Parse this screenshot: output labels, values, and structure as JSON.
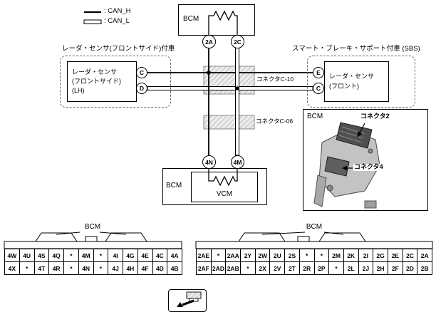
{
  "legend": {
    "items": [
      {
        "label": ": CAN_H",
        "style": "solid"
      },
      {
        "label": ": CAN_L",
        "style": "double"
      }
    ]
  },
  "top_module": {
    "name": "BCM",
    "pin_left": "2A",
    "pin_right": "2C"
  },
  "left_branch": {
    "condition": "レーダ・センサ(フロントサイド)付車",
    "device_lines": [
      "レーダ・センサ",
      "(フロントサイド)",
      "(LH)"
    ],
    "pin_top": "C",
    "pin_bottom": "D"
  },
  "right_branch": {
    "condition": "スマート・ブレーキ・サポート付車 (SBS)",
    "device_lines": [
      "レーダ・センサ",
      "(フロント)"
    ],
    "pin_top": "E",
    "pin_bottom": "C"
  },
  "inline_connectors": {
    "c10": "コネクタC-10",
    "c06": "コネクタC-06"
  },
  "bottom_module": {
    "name": "BCM",
    "inner": "VCM",
    "pin_left": "4N",
    "pin_right": "4M"
  },
  "photo_panel": {
    "name": "BCM",
    "callout_top": "コネクタ2",
    "callout_side": "コネクタ4"
  },
  "tables": [
    {
      "title": "BCM",
      "rows": [
        [
          "4W",
          "4U",
          "4S",
          "4Q",
          "*",
          "4M",
          "*",
          "4I",
          "4G",
          "4E",
          "4C",
          "4A"
        ],
        [
          "4X",
          "*",
          "4T",
          "4R",
          "*",
          "4N",
          "*",
          "4J",
          "4H",
          "4F",
          "4D",
          "4B"
        ]
      ]
    },
    {
      "title": "BCM",
      "rows": [
        [
          "2AE",
          "*",
          "2AA",
          "2Y",
          "2W",
          "2U",
          "2S",
          "*",
          "*",
          "2M",
          "2K",
          "2I",
          "2G",
          "2E",
          "2C",
          "2A"
        ],
        [
          "2AF",
          "2AD",
          "2AB",
          "*",
          "2X",
          "2V",
          "2T",
          "2R",
          "2P",
          "*",
          "2L",
          "2J",
          "2H",
          "2F",
          "2D",
          "2B"
        ]
      ]
    }
  ]
}
